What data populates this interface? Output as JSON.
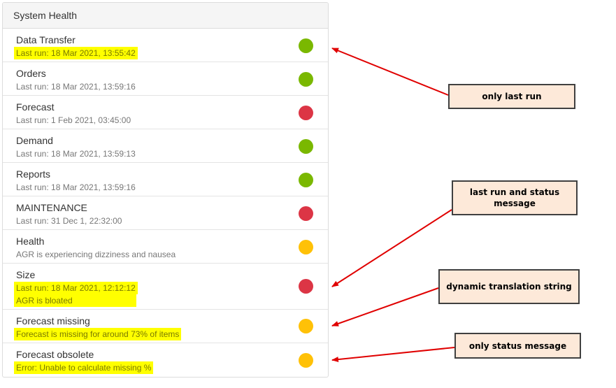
{
  "panel": {
    "title": "System Health",
    "items": [
      {
        "title": "Data Transfer",
        "line1": "Last run: 18 Mar 2021, 13:55:42",
        "status": "green"
      },
      {
        "title": "Orders",
        "line1": "Last run: 18 Mar 2021, 13:59:16",
        "status": "green"
      },
      {
        "title": "Forecast",
        "line1": "Last run: 1 Feb 2021, 03:45:00",
        "status": "red"
      },
      {
        "title": "Demand",
        "line1": "Last run: 18 Mar 2021, 13:59:13",
        "status": "green"
      },
      {
        "title": "Reports",
        "line1": "Last run: 18 Mar 2021, 13:59:16",
        "status": "green"
      },
      {
        "title": "MAINTENANCE",
        "line1": "Last run: 31 Dec 1, 22:32:00",
        "status": "red"
      },
      {
        "title": "Health",
        "line1": "AGR is experiencing dizziness and nausea",
        "status": "yellow"
      },
      {
        "title": "Size",
        "line1": "Last run: 18 Mar 2021, 12:12:12",
        "line2": "AGR is bloated",
        "status": "red"
      },
      {
        "title": "Forecast missing",
        "line1": "Forecast is missing for around 73% of items",
        "status": "yellow"
      },
      {
        "title": "Forecast obsolete",
        "line1": "Error: Unable to calculate missing %",
        "status": "yellow"
      }
    ]
  },
  "annotations": {
    "only_last_run": "only last run",
    "last_run_status_1": "last run and status",
    "last_run_status_2": "message",
    "dynamic_translation": "dynamic translation string",
    "only_status": "only status message"
  },
  "colors": {
    "green": "#7ab800",
    "red": "#dc3545",
    "yellow": "#ffc107",
    "highlight": "#ffff00",
    "arrow": "#e00000",
    "note_bg": "#fde9d9"
  }
}
